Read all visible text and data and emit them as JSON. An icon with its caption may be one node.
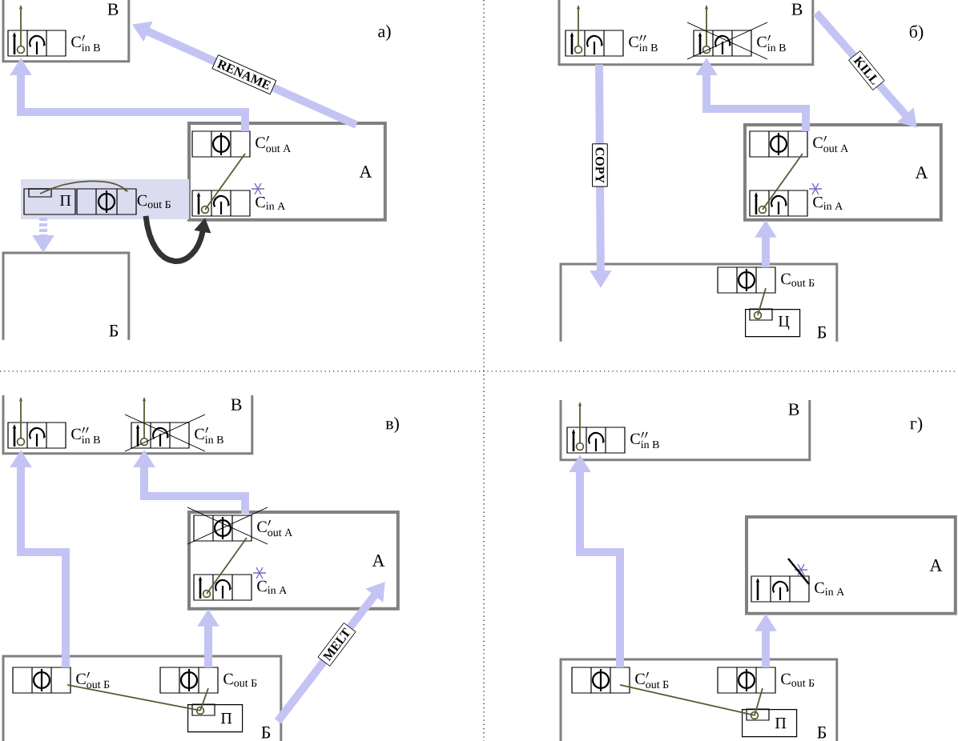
{
  "diagram": {
    "nodes": [
      {
        "text": [
          "В"
        ]
      },
      {
        "text": [
          "\\mathrm{C}^{\\prime}_{\\text{in В}}"
        ],
        "in": 0
      },
      {
        "text": [
          "А"
        ]
      },
      {
        "text": [
          "\\mathrm{C}_{\\text{out А}}^{\\prime}"
        ],
        "in": 2
      },
      {
        "text": [
          "\\mathrm{C}_{\\text{in А}}"
        ],
        "in": 2
      },
      {
        "text": [
          "Б"
        ]
      },
      {
        "text": [
          "П",
          "\\mathrm{C}_{\\text{out Б}}"
        ]
      },
      {
        "text": [
          "В"
        ]
      },
      {
        "text": [
          "\\mathrm{C}^{\\prime\\prime}_{\\text{in В}}"
        ],
        "in": 7
      },
      {
        "text": [
          "\\mathrm{C}^{\\prime}_{\\text{in В}}"
        ],
        "in": 7
      },
      {
        "text": [
          "А"
        ]
      },
      {
        "text": [
          "\\mathrm{C}_{\\text{out А}}^{\\prime}"
        ],
        "in": 10
      },
      {
        "text": [
          "\\mathrm{C}_{\\text{in А}}"
        ],
        "in": 10
      },
      {
        "text": [
          "Б"
        ]
      },
      {
        "text": [
          "\\mathrm{C}_{\\text{out Б}}"
        ],
        "in": 13
      },
      {
        "text": [
          "Ц"
        ],
        "in": 13
      },
      {
        "text": [
          "В"
        ]
      },
      {
        "text": [
          "\\mathrm{C}^{\\prime\\prime}_{\\text{in В}}"
        ],
        "in": 16
      },
      {
        "text": [
          "\\mathrm{C}^{\\prime}_{\\text{in В}}"
        ],
        "in": 16
      },
      {
        "text": [
          "А"
        ]
      },
      {
        "text": [
          "\\mathrm{C}_{\\text{out А}}^{\\prime}"
        ],
        "in": 19
      },
      {
        "text": [
          "\\mathrm{C}_{\\text{in А}}"
        ],
        "in": 19
      },
      {
        "text": [
          "Б"
        ]
      },
      {
        "text": [
          "\\mathrm{C}^{\\prime}_{\\text{out Б}}"
        ],
        "in": 22
      },
      {
        "text": [
          "\\mathrm{C}_{\\text{out Б}}"
        ],
        "in": 22
      },
      {
        "text": [
          "П"
        ],
        "in": 22
      },
      {
        "text": [
          "В"
        ]
      },
      {
        "text": [
          "\\mathrm{C}^{\\prime\\prime}_{\\text{in В}}"
        ],
        "in": 26
      },
      {
        "text": [
          "А"
        ]
      },
      {
        "text": [
          "\\mathrm{C}_{\\text{in А}}"
        ],
        "in": 28
      },
      {
        "text": [
          "Б"
        ]
      },
      {
        "text": [
          "\\mathrm{C}^{\\prime}_{\\text{out Б}}"
        ],
        "in": 30
      },
      {
        "text": [
          "\\mathrm{C}_{\\text{out Б}}"
        ],
        "in": 30
      },
      {
        "text": [
          "П"
        ],
        "in": 30
      }
    ],
    "edges": [
      {
        "from": 3,
        "to": 1,
        "arrow": "to"
      },
      {
        "from": 2,
        "to": 0,
        "arrow": "to",
        "label": "RENAME"
      },
      {
        "from": 6,
        "to": 5,
        "arrow": "to",
        "style": "dashed"
      },
      {
        "from": 6,
        "to": 4,
        "arrow": "to",
        "color": "#333333"
      },
      {
        "from": 4,
        "to": 3,
        "arrow": "none",
        "color": "#5a5a32"
      },
      {
        "from": 7,
        "to": 13,
        "arrow": "to",
        "label": "COPY"
      },
      {
        "from": 7,
        "to": 10,
        "arrow": "to",
        "label": "KILL"
      },
      {
        "from": 11,
        "to": 9,
        "arrow": "to"
      },
      {
        "from": 14,
        "to": 10,
        "arrow": "to"
      },
      {
        "from": 12,
        "to": 11,
        "arrow": "none",
        "color": "#5a5a32"
      },
      {
        "from": 15,
        "to": 14,
        "arrow": "none",
        "color": "#5a5a32"
      },
      {
        "from": 23,
        "to": 17,
        "arrow": "to"
      },
      {
        "from": 20,
        "to": 18,
        "arrow": "to"
      },
      {
        "from": 24,
        "to": 19,
        "arrow": "to"
      },
      {
        "from": 22,
        "to": 19,
        "arrow": "to",
        "label": "MELT"
      },
      {
        "from": 21,
        "to": 20,
        "arrow": "none",
        "color": "#5a5a32"
      },
      {
        "from": 25,
        "to": 23,
        "arrow": "none",
        "color": "#5a5a32"
      },
      {
        "from": 25,
        "to": 24,
        "arrow": "none",
        "color": "#5a5a32"
      },
      {
        "from": 31,
        "to": 27,
        "arrow": "to"
      },
      {
        "from": 32,
        "to": 28,
        "arrow": "to"
      },
      {
        "from": 33,
        "to": 31,
        "arrow": "none",
        "color": "#5a5a32"
      },
      {
        "from": 33,
        "to": 32,
        "arrow": "none",
        "color": "#5a5a32"
      }
    ],
    "labels": [
      "а)",
      "б)",
      "в)",
      "г)"
    ]
  }
}
